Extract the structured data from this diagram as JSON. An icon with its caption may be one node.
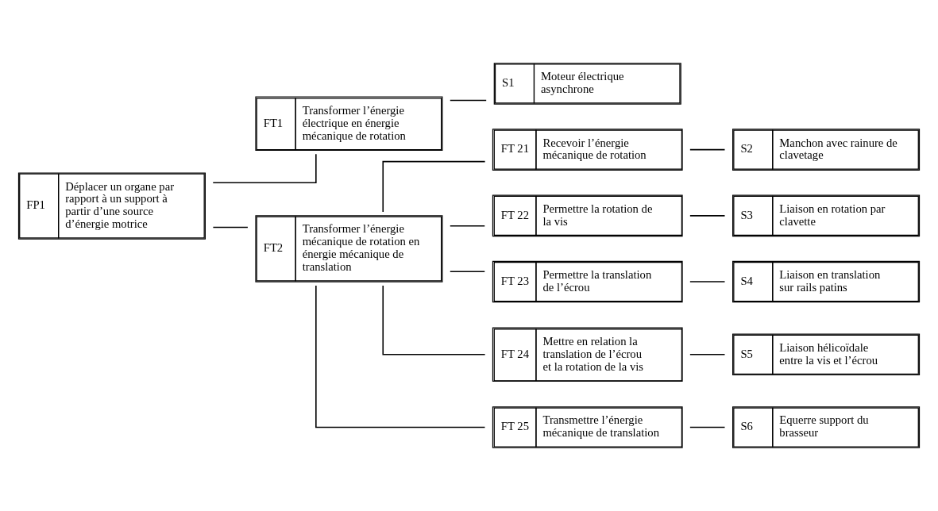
{
  "diagram": {
    "nodes": [
      {
        "text": [
          "FP1",
          "Déplacer un organe par rapport à un support à partir d’une source d’énergie motrice"
        ]
      },
      {
        "text": [
          "FT1",
          "Transformer l’énergie électrique en énergie mécanique de rotation"
        ]
      },
      {
        "text": [
          "S1",
          "Moteur électrique asynchrone"
        ]
      },
      {
        "text": [
          "FT2",
          "Transformer l’énergie mécanique de rotation en énergie mécanique de translation"
        ]
      },
      {
        "text": [
          "FT 21",
          "Recevoir l’énergie mécanique de rotation"
        ]
      },
      {
        "text": [
          "S2",
          "Manchon avec rainure de clavetage"
        ]
      },
      {
        "text": [
          "FT 22",
          "Permettre la rotation de la vis"
        ]
      },
      {
        "text": [
          "S3",
          "Liaison en rotation par clavette"
        ]
      },
      {
        "text": [
          "FT 23",
          "Permettre la translation de l’écrou"
        ]
      },
      {
        "text": [
          "S4",
          "Liaison en translation sur rails patins"
        ]
      },
      {
        "text": [
          "FT 24",
          "Mettre en relation la translation de l’écrou et la rotation de la vis"
        ]
      },
      {
        "text": [
          "S5",
          "Liaison hélicoïdale entre la vis et l’écrou"
        ]
      },
      {
        "text": [
          "FT 25",
          "Transmettre l’énergie mécanique de translation"
        ]
      },
      {
        "text": [
          "S6",
          "Equerre support du brasseur"
        ]
      }
    ],
    "edges": [
      {
        "from": 0,
        "to": 1,
        "arrow": "none"
      },
      {
        "from": 0,
        "to": 3,
        "arrow": "none"
      },
      {
        "from": 1,
        "to": 2,
        "arrow": "none"
      },
      {
        "from": 3,
        "to": 4,
        "arrow": "none"
      },
      {
        "from": 3,
        "to": 6,
        "arrow": "none"
      },
      {
        "from": 3,
        "to": 8,
        "arrow": "none"
      },
      {
        "from": 3,
        "to": 10,
        "arrow": "none"
      },
      {
        "from": 3,
        "to": 12,
        "arrow": "none"
      },
      {
        "from": 4,
        "to": 5,
        "arrow": "none"
      },
      {
        "from": 6,
        "to": 7,
        "arrow": "none"
      },
      {
        "from": 8,
        "to": 9,
        "arrow": "none"
      },
      {
        "from": 10,
        "to": 11,
        "arrow": "none"
      },
      {
        "from": 12,
        "to": 13,
        "arrow": "none"
      }
    ]
  }
}
